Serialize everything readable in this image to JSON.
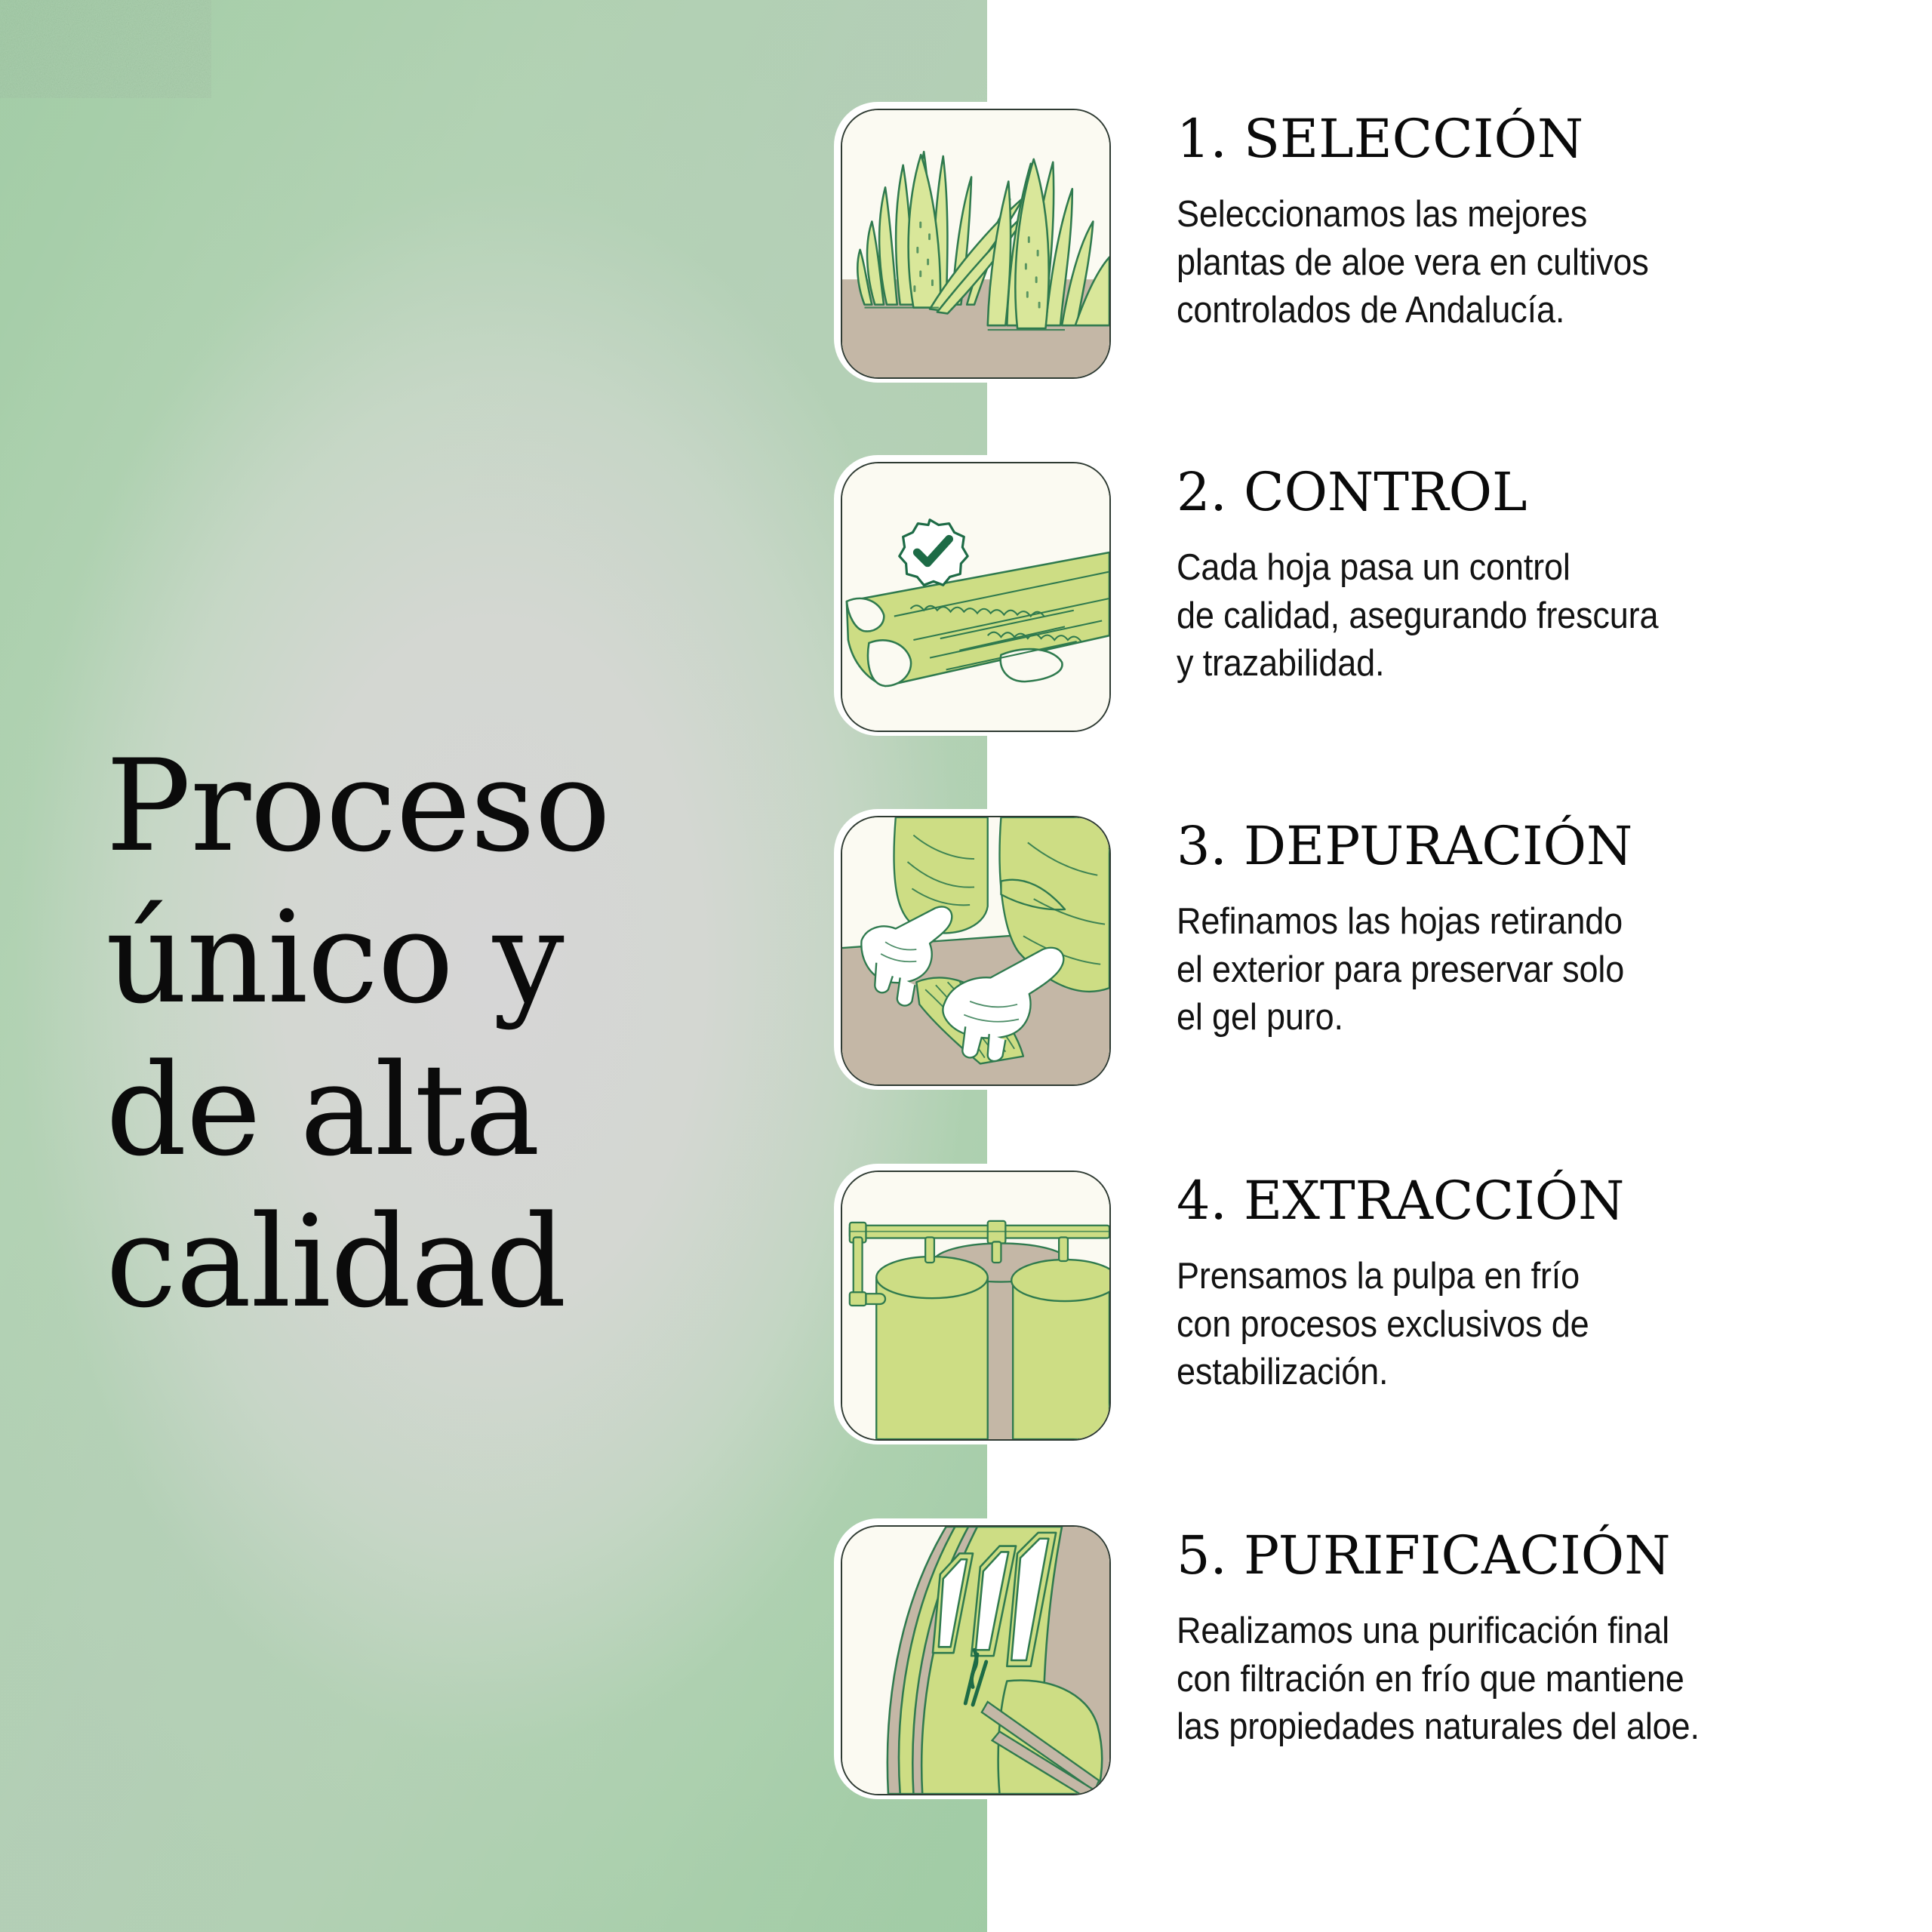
{
  "headline": {
    "lines": [
      "Proceso",
      "único y",
      "de alta",
      "calidad"
    ]
  },
  "colors": {
    "panel_green": "#a8ceab",
    "panel_gray": "#d6d6d6",
    "card_bg": "#fbfaf2",
    "aloe_light": "#d9e79a",
    "aloe_mid": "#c6de7e",
    "outline_green": "#2f7a4e",
    "outline_dark": "#2f3b33",
    "earth": "#c4b7a6",
    "check_green": "#1d6b46",
    "page_bg": "#ffffff"
  },
  "steps": [
    {
      "number": "1.",
      "title": "1. SELECCIÓN",
      "body": "Seleccionamos las mejores\nplantas de aloe vera en cultivos\ncontrolados de Andalucía.",
      "icon": "aloe-plants-field-icon"
    },
    {
      "number": "2.",
      "title": "2. CONTROL",
      "body": "Cada hoja pasa un control\nde calidad, asegurando frescura\ny trazabilidad.",
      "icon": "aloe-leaf-quality-check-icon"
    },
    {
      "number": "3.",
      "title": "3. DEPURACIÓN",
      "body": "Refinamos las hojas retirando\nel exterior para preservar solo\nel gel puro.",
      "icon": "gloved-hands-filleting-icon"
    },
    {
      "number": "4.",
      "title": "4. EXTRACCIÓN",
      "body": "Prensamos la pulpa en frío\ncon procesos exclusivos de\nestabilización.",
      "icon": "storage-tanks-piping-icon"
    },
    {
      "number": "5.",
      "title": "5. PURIFICACIÓN",
      "body": "Realizamos una purificación final\ncon filtración en frío que mantiene\nlas propiedades naturales del aloe.",
      "icon": "filtration-machine-icon"
    }
  ]
}
